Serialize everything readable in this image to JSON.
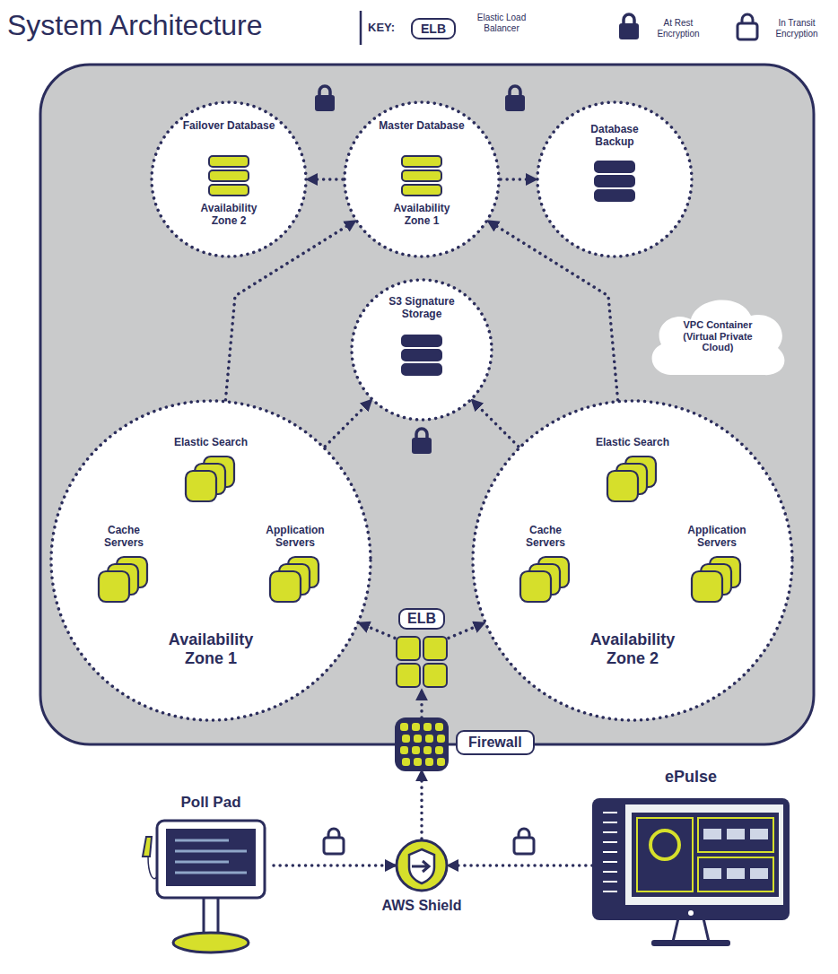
{
  "diagram": {
    "title": "System Architecture",
    "nodes": [
      {
        "text": [
          "Failover Database",
          "Availability Zone 2"
        ]
      },
      {
        "text": [
          "Master Database",
          "Availability Zone 1"
        ]
      },
      {
        "text": [
          "Database Backup"
        ]
      },
      {
        "text": [
          "S3 Signature Storage"
        ]
      },
      {
        "text": [
          "VPC Container (Virtual Private Cloud)"
        ]
      },
      {
        "text": [
          "Availability Zone 1"
        ]
      },
      {
        "text": [
          "Elastic Search"
        ],
        "in": 5
      },
      {
        "text": [
          "Cache Servers"
        ],
        "in": 5
      },
      {
        "text": [
          "Application Servers"
        ],
        "in": 5
      },
      {
        "text": [
          "Availability Zone 2"
        ]
      },
      {
        "text": [
          "Elastic Search"
        ],
        "in": 9
      },
      {
        "text": [
          "Cache Servers"
        ],
        "in": 9
      },
      {
        "text": [
          "Application Servers"
        ],
        "in": 9
      },
      {
        "text": [
          "ELB"
        ]
      },
      {
        "text": [
          "Firewall"
        ]
      },
      {
        "text": [
          "Poll Pad"
        ]
      },
      {
        "text": [
          "AWS Shield"
        ]
      },
      {
        "text": [
          "ePulse"
        ]
      }
    ],
    "edges": [
      {
        "from": 1,
        "to": 0,
        "arrow": "to"
      },
      {
        "from": 1,
        "to": 2,
        "arrow": "to"
      },
      {
        "from": 5,
        "to": 1,
        "arrow": "to"
      },
      {
        "from": 9,
        "to": 1,
        "arrow": "to"
      },
      {
        "from": 5,
        "to": 3,
        "arrow": "to"
      },
      {
        "from": 9,
        "to": 3,
        "arrow": "to"
      },
      {
        "from": 13,
        "to": 5,
        "arrow": "to"
      },
      {
        "from": 13,
        "to": 9,
        "arrow": "to"
      },
      {
        "from": 14,
        "to": 13,
        "arrow": "to"
      },
      {
        "from": 16,
        "to": 14,
        "arrow": "to"
      },
      {
        "from": 15,
        "to": 16,
        "arrow": "to"
      },
      {
        "from": 17,
        "to": 16,
        "arrow": "to"
      }
    ],
    "labels": [
      "KEY:",
      "ELB"
    ],
    "legend": [
      {
        "text": "Elastic Load Balancer"
      },
      {
        "text": "At Rest Encryption"
      },
      {
        "text": "In Transit Encryption"
      }
    ]
  }
}
